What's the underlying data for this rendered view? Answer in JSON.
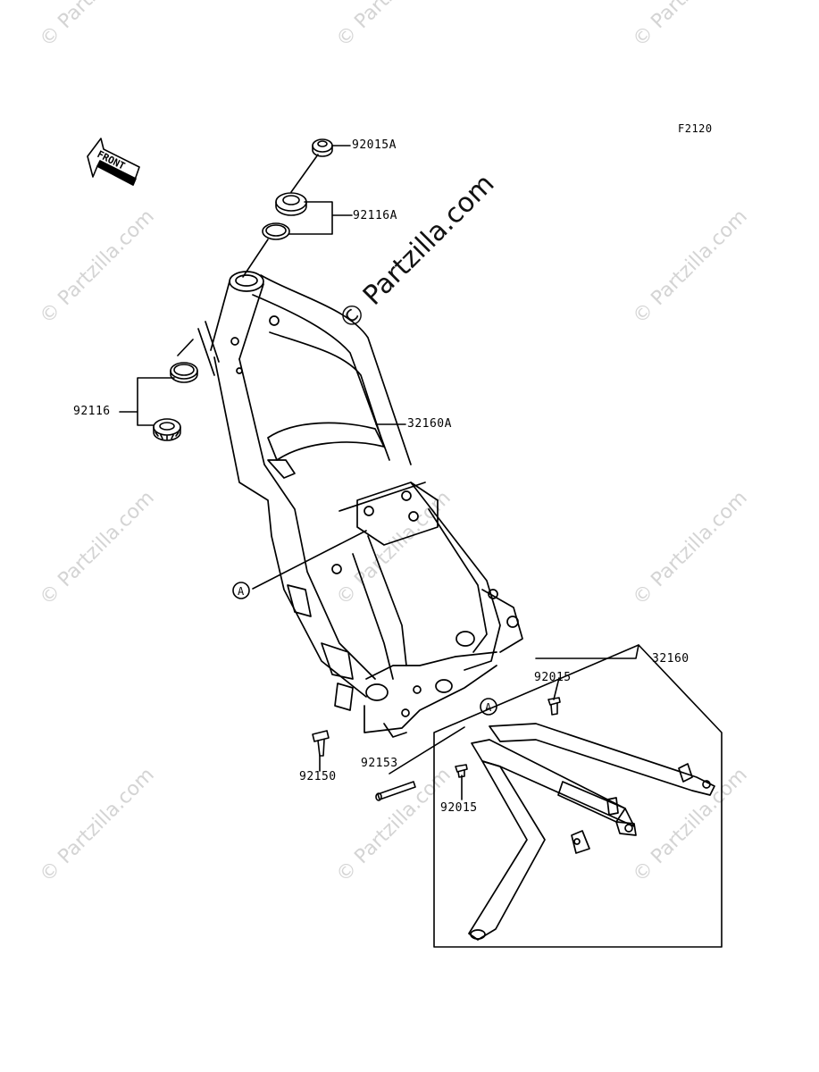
{
  "diagram": {
    "code": "F2120",
    "front_arrow_text": "FRONT",
    "watermark": "© Partzilla.com",
    "watermark_main": "© Partzilla.com",
    "callout_ref": "A",
    "callout_ref_2": "A",
    "parts": {
      "p92015A": "92015A",
      "p92116A": "92116A",
      "p92116": "92116",
      "p32160A": "32160A",
      "p32160": "32160",
      "p92015_top": "92015",
      "p92015_bottom": "92015",
      "p92150": "92150",
      "p92153": "92153"
    }
  }
}
